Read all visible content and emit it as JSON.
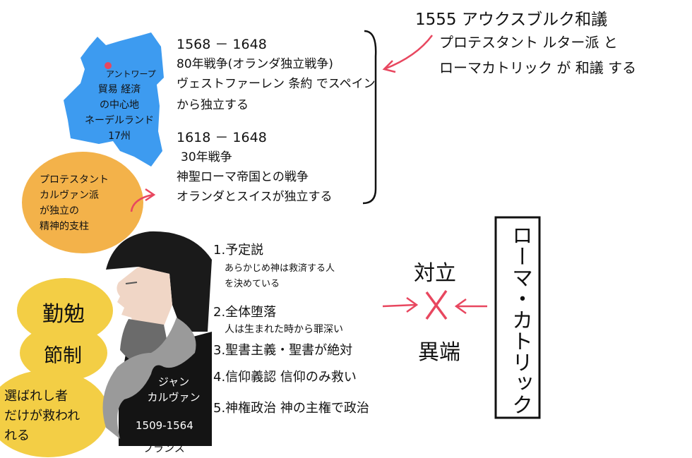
{
  "peace": {
    "title": "1555 アウクスブルク和議",
    "line1": "プロテスタント ルター派 と",
    "line2": "ローマカトリック が 和議 する"
  },
  "netherlands": {
    "city": "アントワープ",
    "text": "貿易 経済\nの中心地\nネーデルランド\n17州"
  },
  "war80": {
    "years": "1568 － 1648",
    "title": "80年戦争(オランダ独立戦争)",
    "line1": "ヴェストファーレン 条約 でスペイン",
    "line2": "から独立する"
  },
  "war30": {
    "years": "1618 － 1648",
    "title": "30年戦争",
    "line1": "神聖ローマ帝国との戦争",
    "line2": "オランダとスイスが独立する"
  },
  "calvinism": {
    "text": "プロテスタント\nカルヴァン派\nが独立の\n精神的支柱"
  },
  "virtues": {
    "word1": "勤勉",
    "word2": "節制",
    "word3": "選ばれし者\nだけが救われ\nれる"
  },
  "calvin": {
    "name": "ジャン\nカルヴァン",
    "dates": "1509-1564",
    "country": "フランス"
  },
  "doctrines": [
    {
      "title": "1.予定説",
      "detail": "あらかじめ神は救済する人\nを決めている"
    },
    {
      "title": "2.全体堕落",
      "detail": "人は生まれた時から罪深い"
    },
    {
      "title": "3.聖書主義・聖書が絶対",
      "detail": ""
    },
    {
      "title": "4.信仰義認 信仰のみ救い",
      "detail": ""
    },
    {
      "title": "5.神権政治 神の主権で政治",
      "detail": ""
    }
  ],
  "conflict": {
    "top": "対立",
    "bottom": "異端"
  },
  "catholic": {
    "label": "ローマ・カトリック"
  },
  "colors": {
    "map": "#3d9bf0",
    "orange": "#f3b24a",
    "yellow": "#f3ce45",
    "arrow": "#e8475f",
    "pin": "#e8475f",
    "hat": "#1a1a1a",
    "coat": "#141414",
    "fur": "#9a9a9a",
    "skin": "#f0d6c6"
  }
}
